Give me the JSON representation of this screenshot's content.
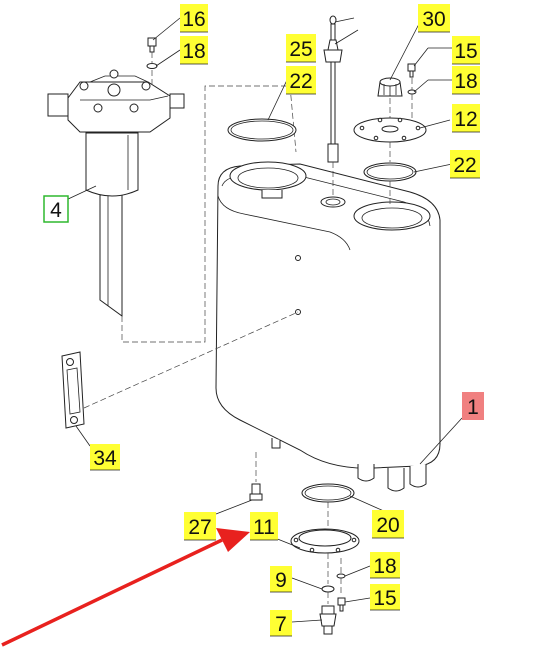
{
  "callouts": {
    "c16": "16",
    "c18a": "18",
    "c25": "25",
    "c22a": "22",
    "c30": "30",
    "c15a": "15",
    "c18b": "18",
    "c12": "12",
    "c22b": "22",
    "c4": "4",
    "c1": "1",
    "c34": "34",
    "c27": "27",
    "c11": "11",
    "c20": "20",
    "c9": "9",
    "c18c": "18",
    "c15b": "15",
    "c7": "7"
  },
  "colors": {
    "callout_fill": "#ffff33",
    "highlight_fill": "#f08080",
    "outlined_border": "#2eb82e",
    "arrow": "#e8211e"
  }
}
